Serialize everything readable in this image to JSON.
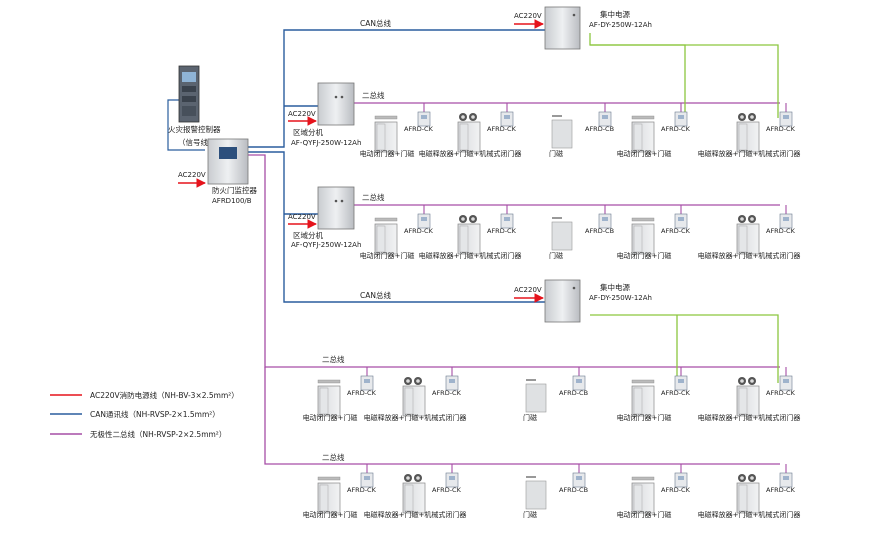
{
  "colors": {
    "power": "#e5131c",
    "can": "#2a5d9e",
    "bus": "#a64ea6",
    "supply": "#8cc63f"
  },
  "top": {
    "fire_panel_label_1": "火灾报警控制器",
    "fire_panel_label_2": "（信号线）",
    "monitor_ac": "AC220V",
    "monitor_label_1": "防火门监控器",
    "monitor_label_2": "AFRD100/B",
    "can_bus_1": "CAN总线",
    "psu1_ac": "AC220V",
    "psu1_label_1": "集中电源",
    "psu1_label_2": "AF-DY-250W-12Ah",
    "can_bus_2": "CAN总线",
    "psu2_ac": "AC220V",
    "psu2_label_1": "集中电源",
    "psu2_label_2": "AF-DY-250W-12Ah"
  },
  "zone_branches": [
    {
      "ac": "AC220V",
      "label_1": "区域分机",
      "label_2": "AF-QYFJ-250W-12Ah",
      "bus_label": "二总线"
    },
    {
      "ac": "AC220V",
      "label_1": "区域分机",
      "label_2": "AF-QYFJ-250W-12Ah",
      "bus_label": "二总线"
    }
  ],
  "bus_rows": [
    {
      "bus_label": "二总线",
      "devices": [
        {
          "model": "AFRD-CK",
          "caption": "电动闭门器+门磁"
        },
        {
          "model": "AFRD-CK",
          "caption": "电磁释放器+门磁+机械式闭门器"
        },
        {
          "model": "AFRD-CB",
          "caption": "门磁"
        },
        {
          "model": "AFRD-CK",
          "caption": "电动闭门器+门磁"
        },
        {
          "model": "AFRD-CK",
          "caption": "电磁释放器+门磁+机械式闭门器"
        }
      ]
    },
    {
      "bus_label": "二总线",
      "devices": [
        {
          "model": "AFRD-CK",
          "caption": "电动闭门器+门磁"
        },
        {
          "model": "AFRD-CK",
          "caption": "电磁释放器+门磁+机械式闭门器"
        },
        {
          "model": "AFRD-CB",
          "caption": "门磁"
        },
        {
          "model": "AFRD-CK",
          "caption": "电动闭门器+门磁"
        },
        {
          "model": "AFRD-CK",
          "caption": "电磁释放器+门磁+机械式闭门器"
        }
      ]
    },
    {
      "bus_label": "二总线",
      "devices": [
        {
          "model": "AFRD-CK",
          "caption": "电动闭门器+门磁"
        },
        {
          "model": "AFRD-CK",
          "caption": "电磁释放器+门磁+机械式闭门器"
        },
        {
          "model": "AFRD-CB",
          "caption": "门磁"
        },
        {
          "model": "AFRD-CK",
          "caption": "电动闭门器+门磁"
        },
        {
          "model": "AFRD-CK",
          "caption": "电磁释放器+门磁+机械式闭门器"
        }
      ]
    },
    {
      "bus_label": "二总线",
      "devices": [
        {
          "model": "AFRD-CK",
          "caption": "电动闭门器+门磁"
        },
        {
          "model": "AFRD-CK",
          "caption": "电磁释放器+门磁+机械式闭门器"
        },
        {
          "model": "AFRD-CB",
          "caption": "门磁"
        },
        {
          "model": "AFRD-CK",
          "caption": "电动闭门器+门磁"
        },
        {
          "model": "AFRD-CK",
          "caption": "电磁释放器+门磁+机械式闭门器"
        }
      ]
    }
  ],
  "legend": [
    {
      "key": "power",
      "text": "AC220V消防电源线（NH-BV-3×2.5mm²）"
    },
    {
      "key": "can",
      "text": "CAN通讯线（NH-RVSP-2×1.5mm²）"
    },
    {
      "key": "bus",
      "text": "无极性二总线（NH-RVSP-2×2.5mm²）"
    }
  ]
}
